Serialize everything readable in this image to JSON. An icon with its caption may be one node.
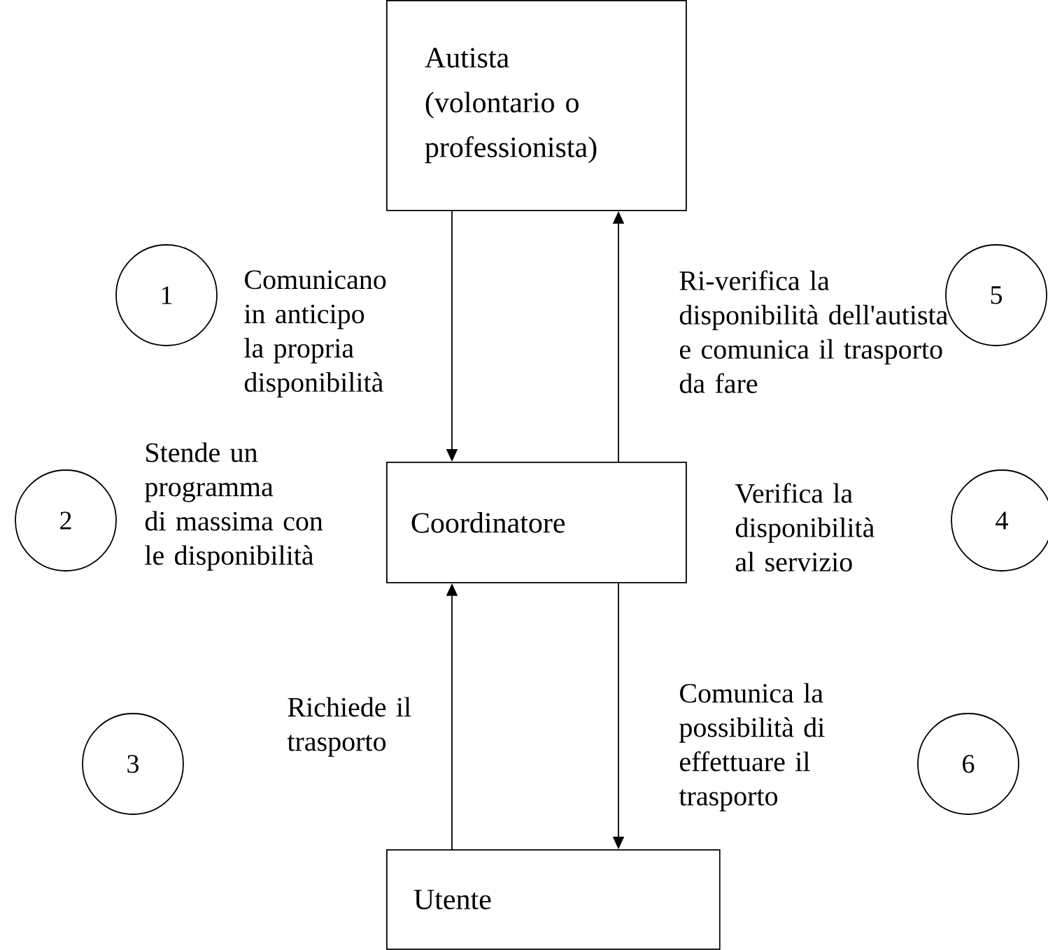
{
  "diagram": {
    "nodes": [
      {
        "text": [
          "Autista (volontario o professionista)"
        ]
      },
      {
        "text": [
          "Coordinatore"
        ]
      },
      {
        "text": [
          "Utente"
        ]
      },
      {
        "text": [
          "1"
        ]
      },
      {
        "text": [
          "5"
        ]
      },
      {
        "text": [
          "2"
        ]
      },
      {
        "text": [
          "4"
        ]
      },
      {
        "text": [
          "3"
        ]
      },
      {
        "text": [
          "6"
        ]
      }
    ],
    "edges": [
      {
        "from": 0,
        "to": 1,
        "arrow": "to",
        "label": "Comunicano in anticipo la propria disponibilità"
      },
      {
        "from": 1,
        "to": 0,
        "arrow": "to",
        "label": "Ri-verifica la disponibilità dell'autista e comunica il trasporto da fare"
      },
      {
        "from": 2,
        "to": 1,
        "arrow": "to",
        "label": "Richiede il trasporto"
      },
      {
        "from": 1,
        "to": 2,
        "arrow": "to",
        "label": "Comunica la possibilità di effettuare il trasporto"
      }
    ],
    "labels": [
      "Stende un programma di massima con le disponibilità",
      "Verifica la disponibilità al servizio"
    ]
  }
}
